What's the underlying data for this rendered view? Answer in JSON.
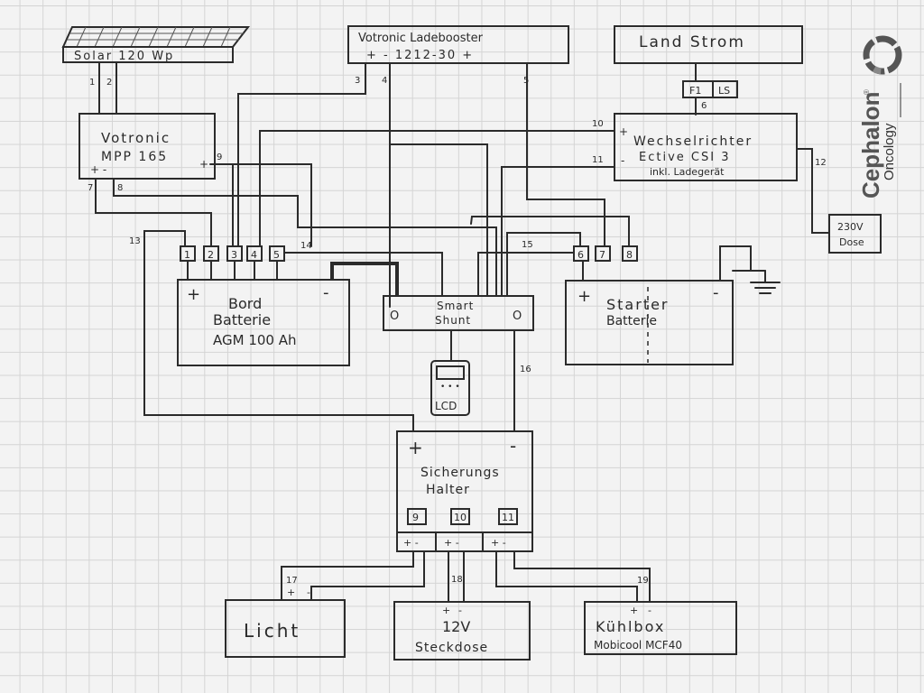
{
  "solar": {
    "label": "Solar 120 Wp"
  },
  "booster": {
    "label": "Votronic Ladebooster",
    "code": "+ - 1212-30 +"
  },
  "shore": {
    "label": "Land Strom"
  },
  "breakers": {
    "f1": "F1",
    "ls": "LS"
  },
  "mpp": {
    "line1": "Votronic",
    "line2": "MPP 165",
    "pm": "+ -",
    "plus": "+"
  },
  "inverter": {
    "line1": "Wechselrichter",
    "line2": "Ective CSI 3",
    "line3": "inkl. Ladegerät",
    "plus": "+",
    "minus": "-"
  },
  "socket230": {
    "line1": "230V",
    "line2": "Dose"
  },
  "terminals_left": [
    "1",
    "2",
    "3",
    "4",
    "5"
  ],
  "terminals_right": [
    "6",
    "7",
    "8"
  ],
  "bord": {
    "line1": "Bord",
    "line2": "Batterie",
    "line3": "AGM 100 Ah",
    "plus": "+",
    "minus": "-"
  },
  "shunt": {
    "line1": "Smart",
    "line2": "Shunt",
    "o": "O"
  },
  "starter": {
    "line1": "Starter",
    "line2": "Batterie",
    "plus": "+",
    "minus": "-"
  },
  "lcd": {
    "label": "LCD"
  },
  "fuse": {
    "line1": "Sicherungs",
    "line2": "Halter",
    "plus": "+",
    "minus": "-",
    "slots": [
      "9",
      "10",
      "11"
    ],
    "pm": "+ -"
  },
  "loads": {
    "licht": "Licht",
    "dose_l1": "12V",
    "dose_l2": "Steckdose",
    "kuehl_l1": "Kühlbox",
    "kuehl_l2": "Mobicool MCF40"
  },
  "wire_numbers": [
    "1",
    "2",
    "3",
    "4",
    "5",
    "6",
    "7",
    "8",
    "9",
    "10",
    "11",
    "12",
    "13",
    "14",
    "15",
    "16",
    "17",
    "18",
    "19"
  ],
  "brand": {
    "name": "Cephalon",
    "reg": "®",
    "sub": "Oncology"
  }
}
